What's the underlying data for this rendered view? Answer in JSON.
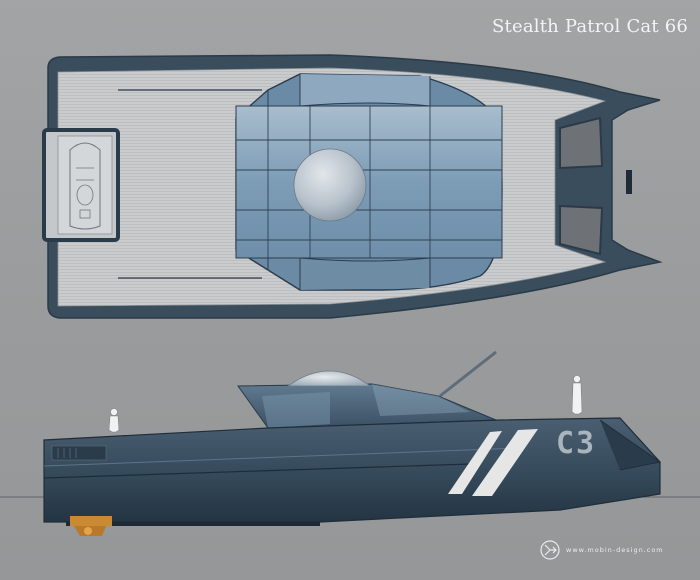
{
  "title": "Stealth Patrol Cat 66",
  "hull_marking": "C3",
  "watermark": "www.mobin-design.com",
  "colors": {
    "background": "#9a9c9d",
    "hull": "#34495a",
    "deck": "#c6c8c9",
    "glass": "#7ea0bc",
    "stripe": "#e6e6e6",
    "propeller": "#c98a33"
  },
  "icons": [
    "logo-mark-icon"
  ]
}
